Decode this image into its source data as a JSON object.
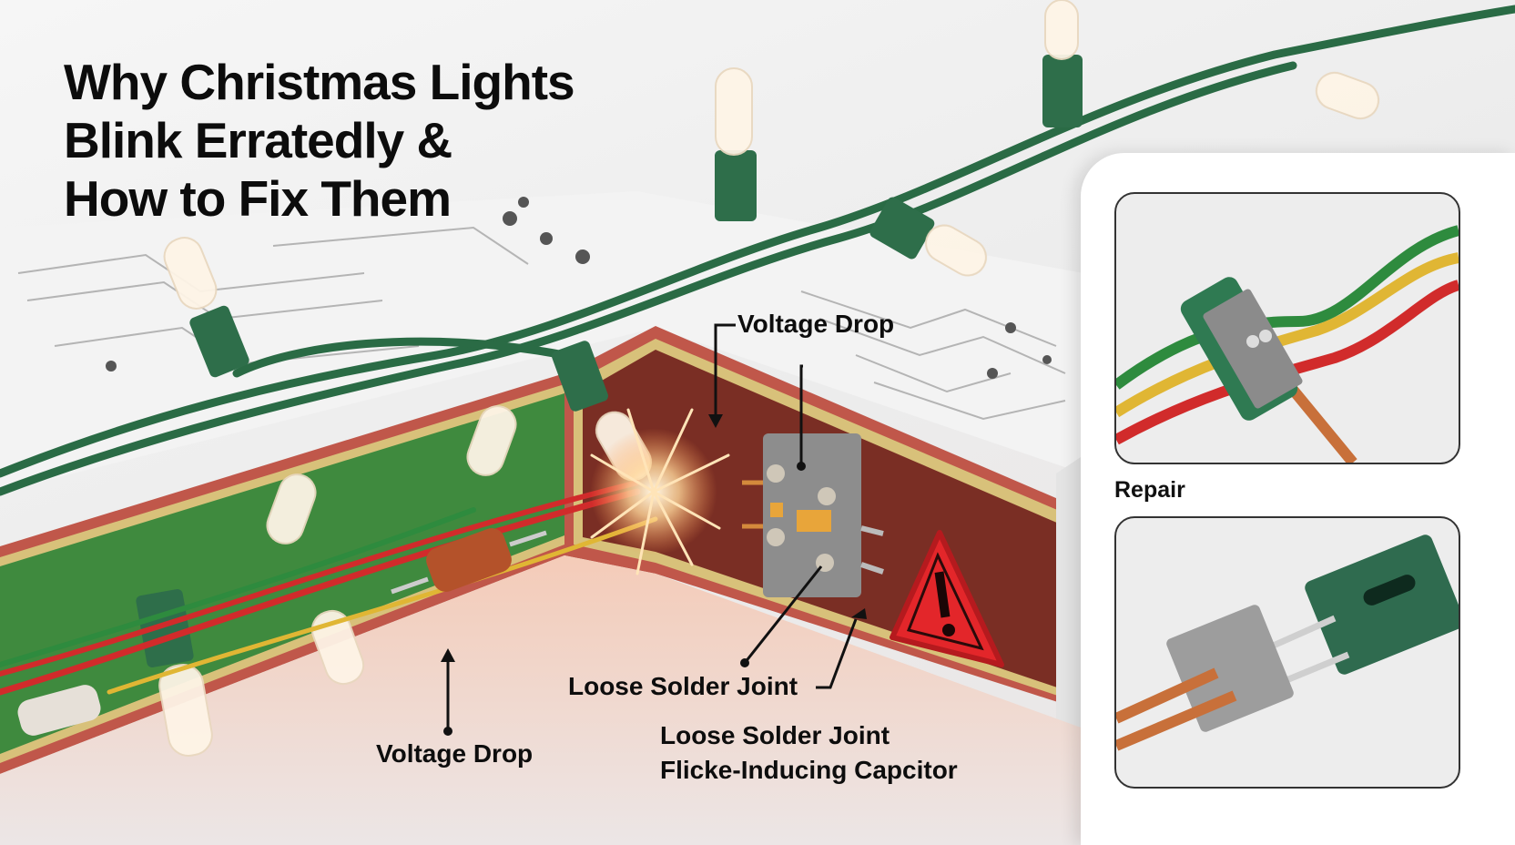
{
  "title": {
    "line1": "Why Christmas Lights",
    "line2": "Blink Erratedly &",
    "line3": "How to Fix Them"
  },
  "labels": {
    "voltage_drop_top": "Voltage Drop",
    "voltage_drop_bottom": "Voltage Drop",
    "loose_solder_joint_1": "Loose Solder Joint",
    "loose_solder_joint_2": "Loose Solder Joint",
    "flicker_capacitor": "Flicke-Inducing Capcitor"
  },
  "repair_panel": {
    "section_label": "Repair",
    "cards": [
      {
        "depicts": "wire-splice-clip",
        "wire_colors": [
          "#2e8b3e",
          "#e0b634",
          "#d12b2b",
          "#c8703a"
        ]
      },
      {
        "depicts": "bulb-socket-connector",
        "wire_colors": [
          "#c8703a"
        ],
        "socket_color": "#2f6b4f"
      }
    ]
  },
  "colors": {
    "wire_green": "#2a6b45",
    "cutaway_green": "#3f8a3e",
    "cutaway_maroon": "#7a2e24",
    "stripe_tan": "#d9c47e",
    "warning_red": "#e3262a",
    "spark": "#ffd9a0"
  },
  "icons": [
    "warning-triangle-icon",
    "spark-icon",
    "bulb-icon",
    "capacitor-icon",
    "resistor-icon"
  ]
}
